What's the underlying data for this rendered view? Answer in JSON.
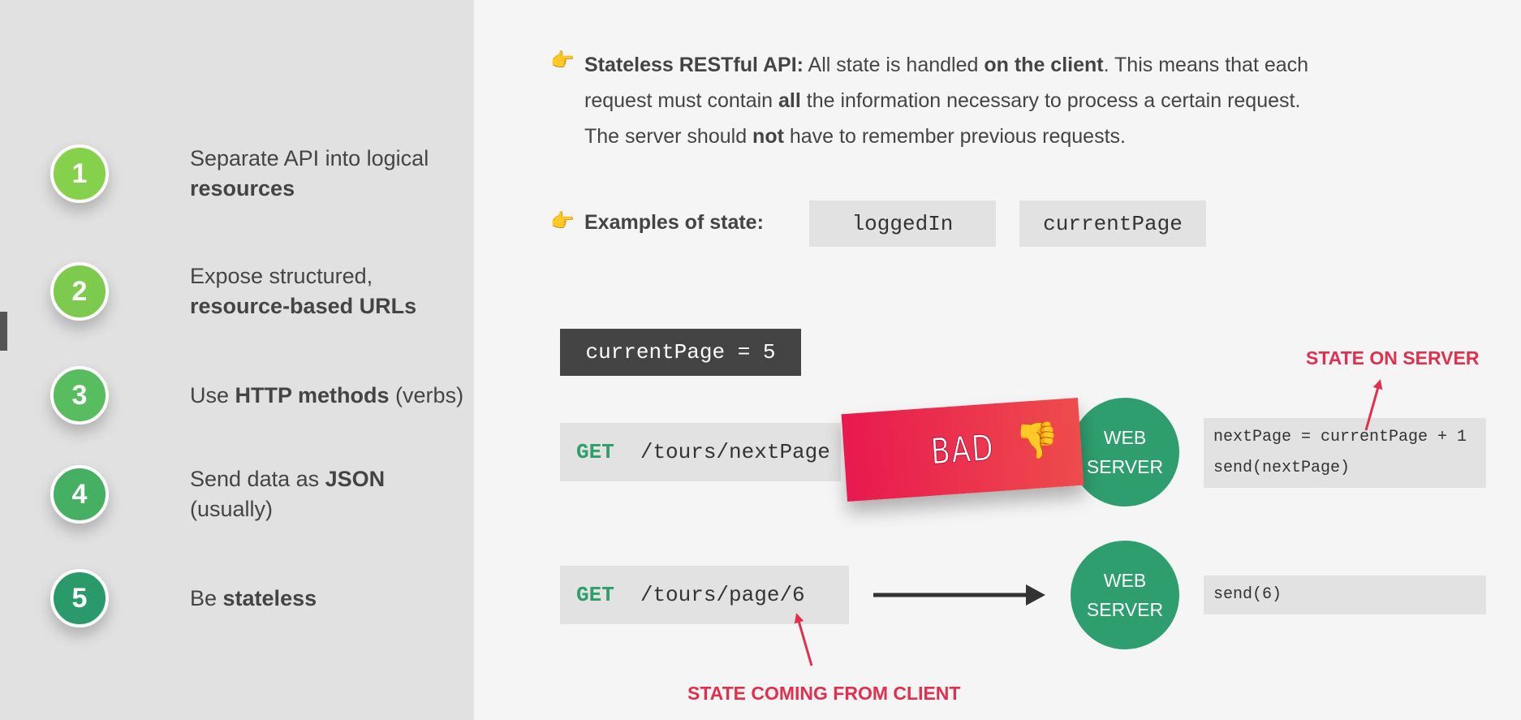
{
  "sidebar": {
    "steps": [
      {
        "number": "1",
        "line1": "Separate API into logical",
        "bold2": "resources",
        "color": "#86d14c"
      },
      {
        "number": "2",
        "line1": "Expose structured,",
        "bold2": "resource-based URLs",
        "color": "#7ccb4f"
      },
      {
        "number": "3",
        "pre": "Use ",
        "bold": "HTTP methods",
        "post": " (verbs)",
        "color": "#58bd5e"
      },
      {
        "number": "4",
        "pre": "Send data as ",
        "bold": "JSON",
        "line2": "(usually)",
        "color": "#45b062"
      },
      {
        "number": "5",
        "pre": "Be ",
        "bold": "stateless",
        "color": "#2b9a6b"
      }
    ]
  },
  "main": {
    "bullet_icon": "pointing-hand-icon",
    "stateless": {
      "bold1": "Stateless RESTful API:",
      "t1": " All state is handled ",
      "bold2": "on the client",
      "t2": ". This means that each",
      "t3": "request must contain ",
      "bold3": "all",
      "t4": " the information necessary to process a certain request.",
      "t5": "The server should ",
      "bold4": "not",
      "t6": " have to remember previous requests."
    },
    "examples": {
      "label": "Examples of state:",
      "chips": [
        "loggedIn",
        "currentPage"
      ]
    },
    "bad_case": {
      "state_box": "currentPage = 5",
      "verb": "GET",
      "path": "/tours/nextPage",
      "stamp": "BAD",
      "stamp_icon": "thumbs-down-icon",
      "server_line1": "WEB",
      "server_line2": "SERVER",
      "code": [
        "nextPage = currentPage + 1",
        "send(nextPage)"
      ],
      "label": "STATE ON SERVER"
    },
    "good_case": {
      "verb": "GET",
      "path": "/tours/page/6",
      "server_line1": "WEB",
      "server_line2": "SERVER",
      "code": [
        "send(6)"
      ],
      "label": "STATE COMING FROM CLIENT"
    },
    "colors": {
      "green": "#2f9e6e",
      "red": "#e0304e",
      "dark": "#444444"
    }
  }
}
